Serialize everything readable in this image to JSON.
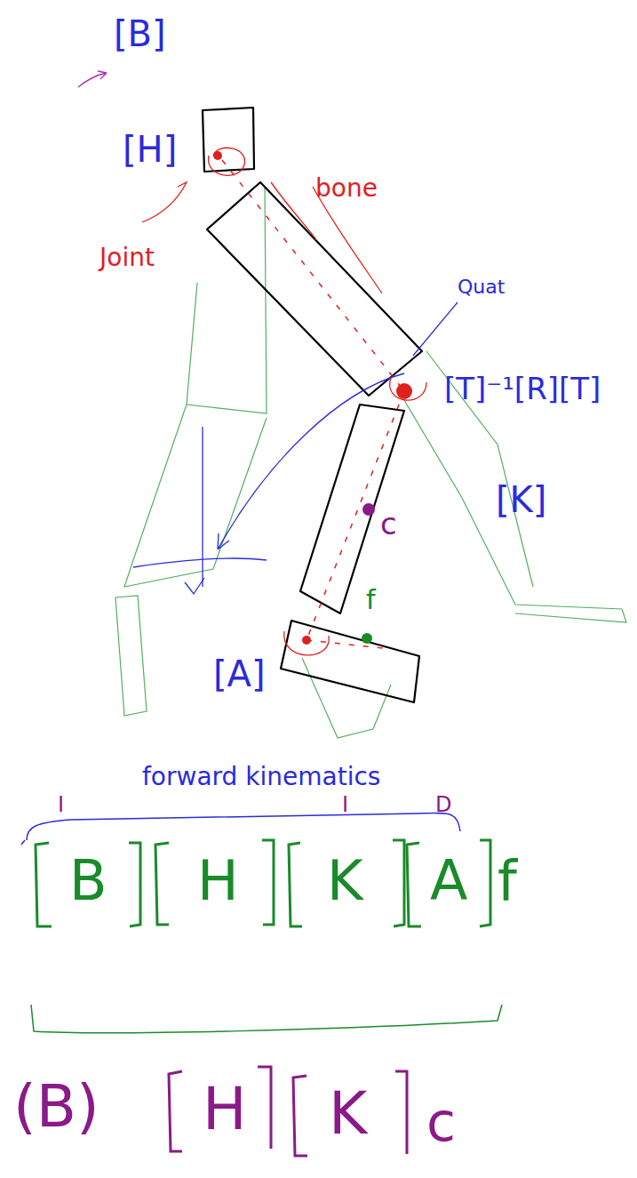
{
  "diagram": {
    "labels": [
      "[B]",
      "[H]",
      "bone",
      "Joint",
      "Quat",
      "[T]⁻¹[R][T]",
      "[K]",
      "c",
      "f",
      "[A]",
      "forward kinematics",
      "I",
      "I",
      "D",
      "B",
      "H",
      "K",
      "A",
      "f",
      "(B)",
      "H",
      "K",
      "c"
    ]
  }
}
